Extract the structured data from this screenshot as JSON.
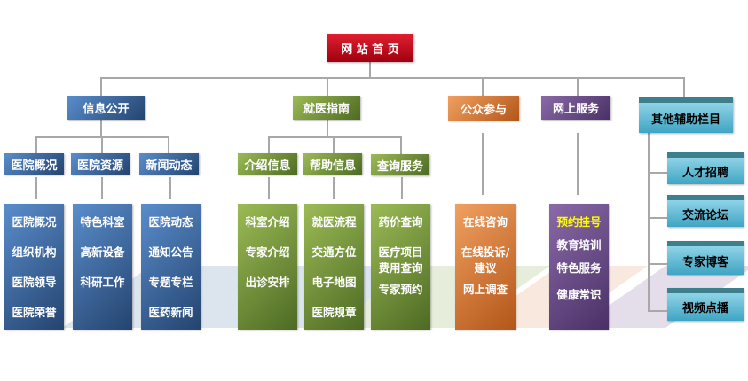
{
  "root": "网 站 首 页",
  "level1": {
    "info": "信息公开",
    "guide": "就医指南",
    "public": "公众参与",
    "online": "网上服务",
    "other": "其他辅助栏目"
  },
  "level2": {
    "overview": "医院概况",
    "resources": "医院资源",
    "news": "新闻动态",
    "intro": "介绍信息",
    "help": "帮助信息",
    "query": "查询服务"
  },
  "columns": {
    "overview": [
      "医院概况",
      "组织机构",
      "医院领导",
      "医院荣誉"
    ],
    "resources": [
      "特色科室",
      "高新设备",
      "科研工作"
    ],
    "news": [
      "医院动态",
      "通知公告",
      "专题专栏",
      "医药新闻"
    ],
    "intro": [
      "科室介绍",
      "专家介绍",
      "出诊安排"
    ],
    "help": [
      "就医流程",
      "交通方位",
      "电子地图",
      "医院规章"
    ],
    "query": [
      "药价查询",
      "医疗项目费用查询",
      "专家预约"
    ],
    "public": [
      "在线咨询",
      "在线投诉/建议",
      "网上调查"
    ],
    "online": [
      "预约挂号",
      "教育培训",
      "特色服务",
      "健康常识"
    ]
  },
  "other_items": [
    "人才招聘",
    "交流论坛",
    "专家博客",
    "视频点播"
  ],
  "highlight_color": "#ffff00"
}
